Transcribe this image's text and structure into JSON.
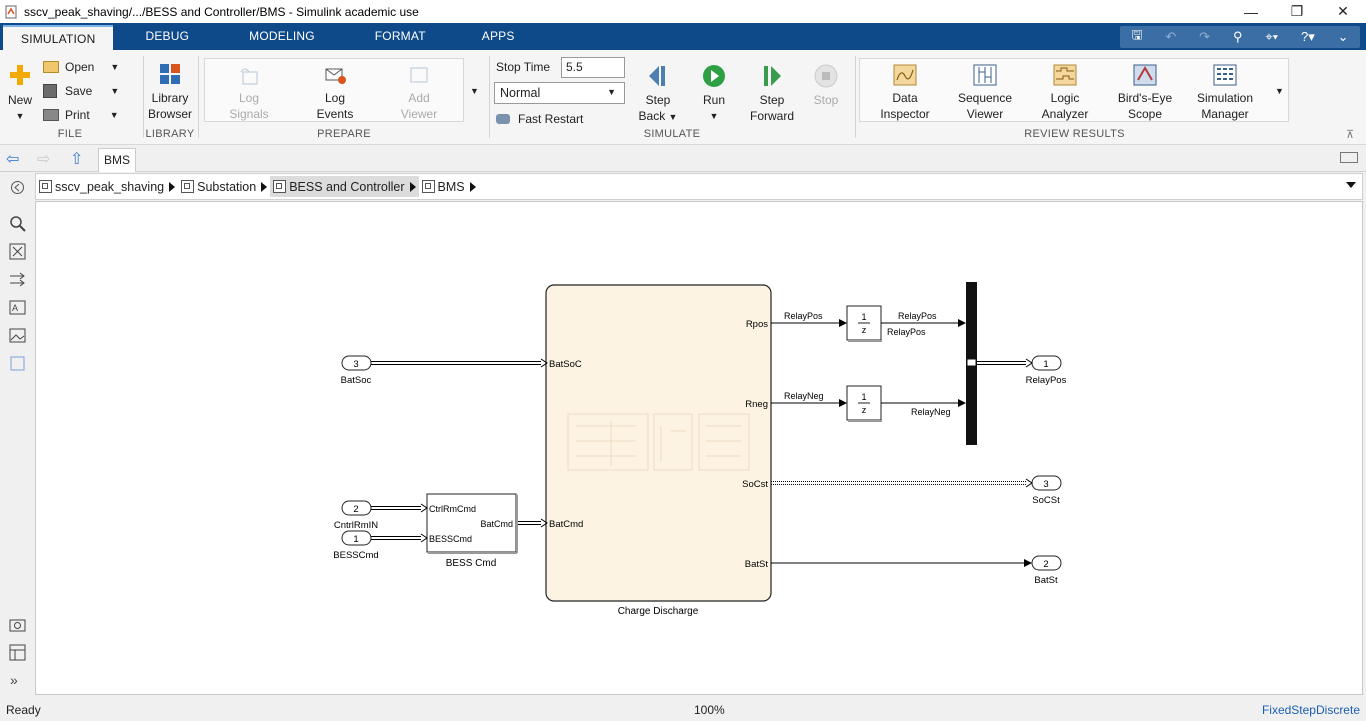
{
  "window": {
    "title": "sscv_peak_shaving/.../BESS and Controller/BMS - Simulink academic use"
  },
  "tabs": [
    "SIMULATION",
    "DEBUG",
    "MODELING",
    "FORMAT",
    "APPS"
  ],
  "ribbon": {
    "file": {
      "label": "FILE",
      "new": "New",
      "open": "Open",
      "save": "Save",
      "print": "Print"
    },
    "library": {
      "label": "LIBRARY",
      "browser_line1": "Library",
      "browser_line2": "Browser"
    },
    "prepare": {
      "label": "PREPARE",
      "log_signals_1": "Log",
      "log_signals_2": "Signals",
      "log_events_1": "Log",
      "log_events_2": "Events",
      "add_viewer_1": "Add",
      "add_viewer_2": "Viewer"
    },
    "simulate": {
      "label": "SIMULATE",
      "stop_time_label": "Stop Time",
      "stop_time_value": "5.5",
      "mode": "Normal",
      "fast_restart": "Fast Restart",
      "step_back_1": "Step",
      "step_back_2": "Back",
      "run": "Run",
      "step_forward_1": "Step",
      "step_forward_2": "Forward",
      "stop": "Stop"
    },
    "review": {
      "label": "REVIEW RESULTS",
      "data_inspector_1": "Data",
      "data_inspector_2": "Inspector",
      "sequence_viewer_1": "Sequence",
      "sequence_viewer_2": "Viewer",
      "logic_analyzer_1": "Logic",
      "logic_analyzer_2": "Analyzer",
      "birds_eye_1": "Bird's-Eye",
      "birds_eye_2": "Scope",
      "sim_manager_1": "Simulation",
      "sim_manager_2": "Manager"
    }
  },
  "model_tab": "BMS",
  "breadcrumb": [
    "sscv_peak_shaving",
    "Substation",
    "BESS and Controller",
    "BMS"
  ],
  "diagram": {
    "inports": [
      {
        "num": "3",
        "label": "BatSoc"
      },
      {
        "num": "2",
        "label": "CntrlRmIN"
      },
      {
        "num": "1",
        "label": "BESSCmd"
      }
    ],
    "outports": [
      {
        "num": "1",
        "label": "RelayPos"
      },
      {
        "num": "3",
        "label": "SoCSt"
      },
      {
        "num": "2",
        "label": "BatSt"
      }
    ],
    "bess_cmd": {
      "name": "BESS Cmd",
      "in1": "CtrlRmCmd",
      "in2": "BESSCmd",
      "out": "BatCmd"
    },
    "charge_discharge": {
      "name": "Charge Discharge",
      "in1": "BatSoC",
      "in2": "BatCmd",
      "out1": "Rpos",
      "out2": "Rneg",
      "out3": "SoCst",
      "out4": "BatSt"
    },
    "delay": {
      "num": "1",
      "den": "z"
    },
    "signals": {
      "relaypos": "RelayPos",
      "relayneg": "RelayNeg"
    }
  },
  "status": {
    "left": "Ready",
    "zoom": "100%",
    "solver": "FixedStepDiscrete"
  },
  "colors": {
    "accent": "#0e4a8a",
    "subsystem_fill": "#fdf3e3",
    "run_green": "#2ea043"
  }
}
